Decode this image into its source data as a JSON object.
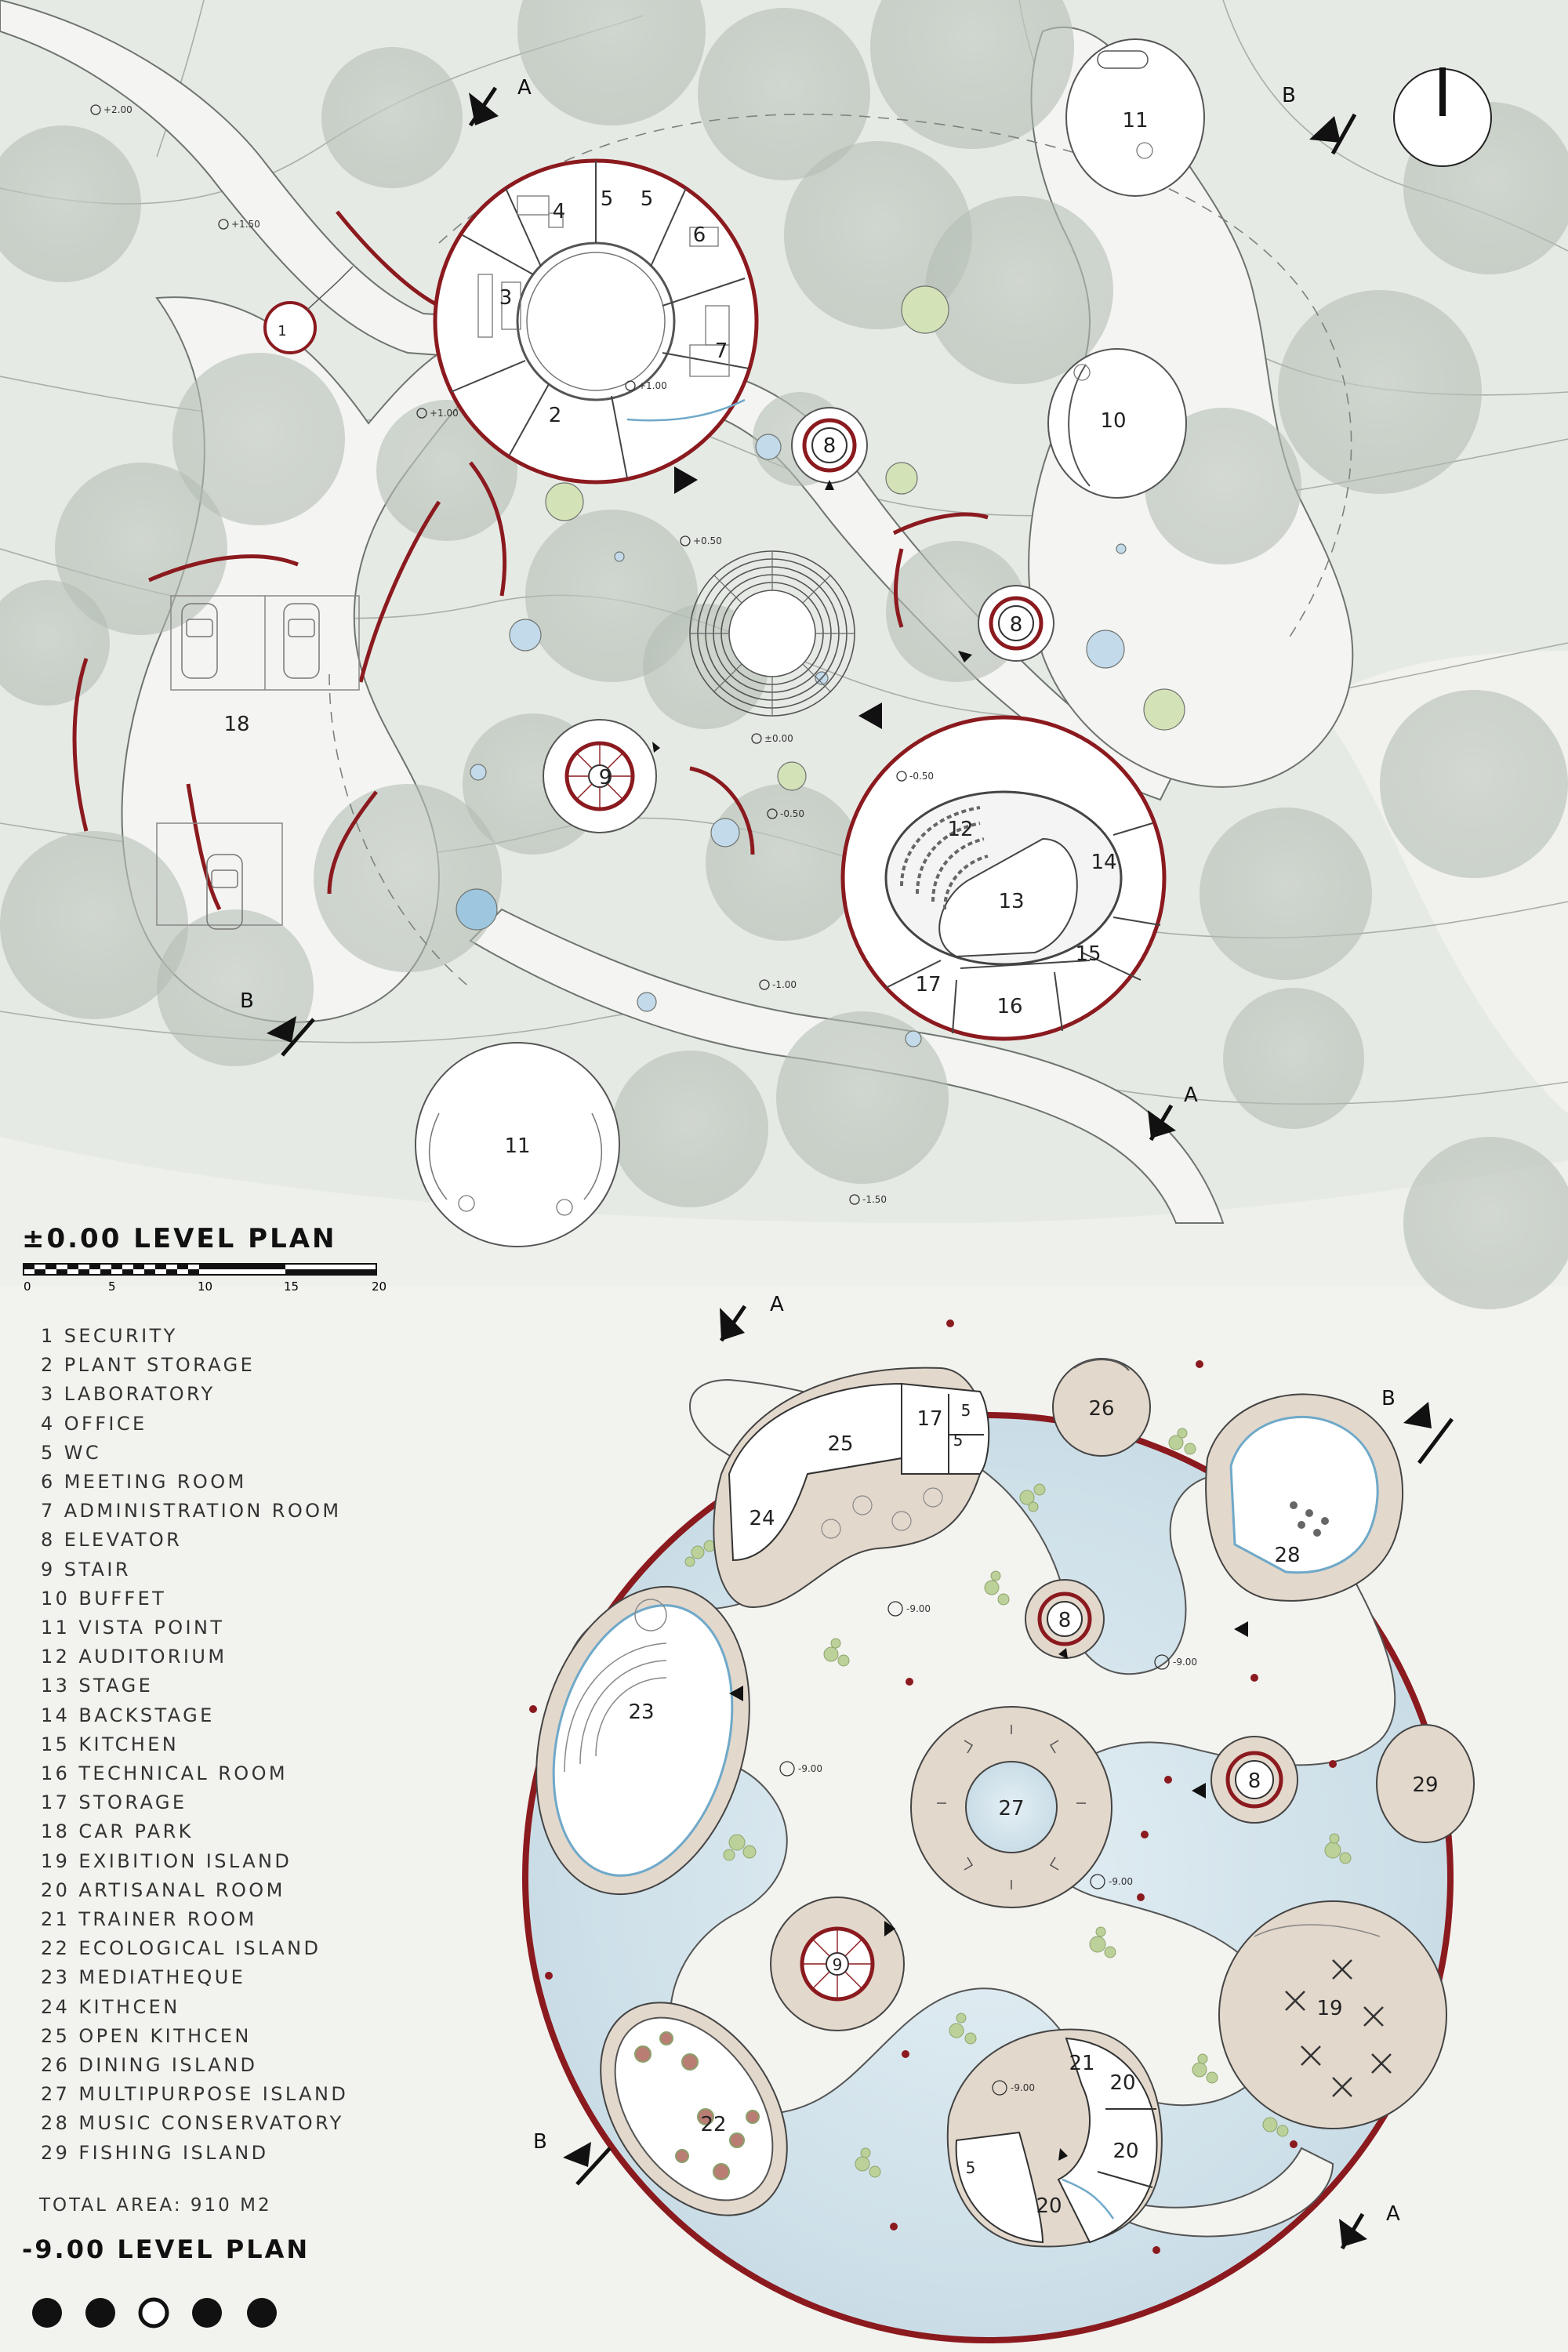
{
  "titles": {
    "upper_plan": "±0.00 LEVEL PLAN",
    "lower_plan": "-9.00 LEVEL PLAN"
  },
  "scale_bar": {
    "ticks": [
      "0",
      "5",
      "10",
      "15",
      "20"
    ]
  },
  "section_marks": {
    "a": "A",
    "b": "B"
  },
  "legend": [
    "1 SECURITY",
    "2 PLANT STORAGE",
    "3 LABORATORY",
    "4 OFFICE",
    "5 WC",
    "6 MEETING ROOM",
    "7 ADMINISTRATION ROOM",
    "8 ELEVATOR",
    "9 STAIR",
    "10 BUFFET",
    "11 VISTA POINT",
    "12 AUDITORIUM",
    "13 STAGE",
    "14 BACKSTAGE",
    "15 KITCHEN",
    "16 TECHNICAL ROOM",
    "17 STORAGE",
    "18 CAR PARK",
    "19 EXIBITION ISLAND",
    "20 ARTISANAL ROOM",
    "21 TRAINER ROOM",
    "22 ECOLOGICAL ISLAND",
    "23 MEDIATHEQUE",
    "24 KITHCEN",
    "25 OPEN KITHCEN",
    "26 DINING ISLAND",
    "27 MULTIPURPOSE ISLAND",
    "28 MUSIC CONSERVATORY",
    "29 FISHING ISLAND"
  ],
  "total_area": "TOTAL AREA: 910 M2",
  "levels": [
    "+2.00",
    "+1.50",
    "+1.00",
    "+1.00",
    "+0.50",
    "±0.00",
    "-0.50",
    "-0.50",
    "-1.00",
    "-1.50",
    "-9.00",
    "-9.00",
    "-9.00",
    "-9.00",
    "-9.00"
  ],
  "page_dots": {
    "count": 5,
    "active": 3
  },
  "colors": {
    "wall": "#8b1a1f",
    "water": "#cfe1ea",
    "tree": "#bfc9c0",
    "ground": "#dfe5df",
    "platform": "#e3d8cc",
    "accent_blue": "#7fb5d4",
    "accent_green": "#c5d9a5"
  },
  "icons": [
    "north-arrow-icon",
    "section-arrow-icon",
    "entrance-arrow-icon",
    "level-marker-icon",
    "car-icon",
    "tree-icon"
  ],
  "plan_labels": {
    "upper": {
      "u1": "1",
      "u2": "2",
      "u3": "3",
      "u4": "4",
      "u5a": "5",
      "u5b": "5",
      "u6": "6",
      "u7": "7",
      "u8a": "8",
      "u8b": "8",
      "u9": "9",
      "u10": "10",
      "u11a": "11",
      "u11b": "11",
      "u12": "12",
      "u13": "13",
      "u14": "14",
      "u15": "15",
      "u16": "16",
      "u17": "17",
      "u18": "18"
    },
    "lower": {
      "l8a": "8",
      "l8b": "8",
      "l17": "17",
      "l19": "19",
      "l20a": "20",
      "l20b": "20",
      "l20c": "20",
      "l21": "21",
      "l22": "22",
      "l23": "23",
      "l24": "24",
      "l25": "25",
      "l26": "26",
      "l27": "27",
      "l28": "28",
      "l29": "29",
      "l5a": "5",
      "l5b": "5",
      "l5c": "5",
      "l9": "9"
    }
  }
}
